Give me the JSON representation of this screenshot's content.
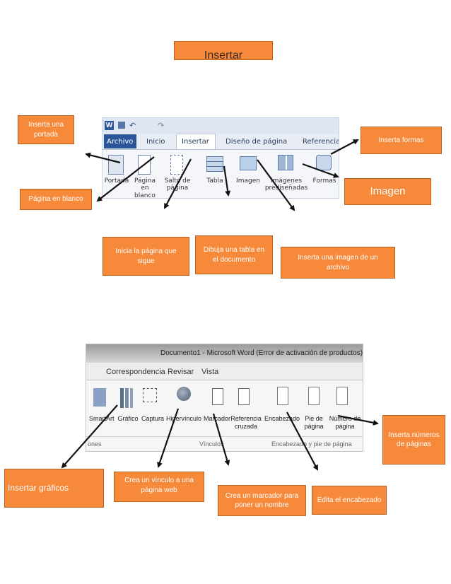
{
  "title": "Insertar",
  "ribbon1": {
    "tabs": [
      "Archivo",
      "Inicio",
      "Insertar",
      "Diseño de página",
      "Referencias"
    ],
    "commands": [
      "Portada",
      "Página en blanco",
      "Salto de página",
      "Tabla",
      "Imagen",
      "Imágenes prediseñadas",
      "Formas"
    ],
    "app_icon": "W"
  },
  "ribbon2": {
    "window_title": "Documento1 - Microsoft Word (Error de activación de productos)",
    "tabs": [
      "Correspondencia",
      "Revisar",
      "Vista"
    ],
    "commands": [
      "SmartArt",
      "Gráfico",
      "Captura",
      "Hipervínculo",
      "Marcador",
      "Referencia cruzada",
      "Encabezado",
      "Pie de página",
      "Número de página"
    ],
    "groups": [
      "ones",
      "Vínculos",
      "Encabezado y pie de página"
    ]
  },
  "callouts": {
    "portada": "Inserta una portada",
    "pagina_blanco": "Página en blanco",
    "formas": "Inserta formas",
    "imagen": "Imagen",
    "salto": "Inicia la página que sigue",
    "tabla": "Dibuja una tabla en el documento",
    "imagen_archivo": "Inserta una imagen de un archivo",
    "graficos": "Insertar gráficos",
    "hipervinculo": "Crea un vínculo a una página web",
    "marcador": "Crea un marcador para poner un nombre",
    "encabezado": "Edita el encabezado",
    "numeros": "Inserta números de páginas"
  }
}
